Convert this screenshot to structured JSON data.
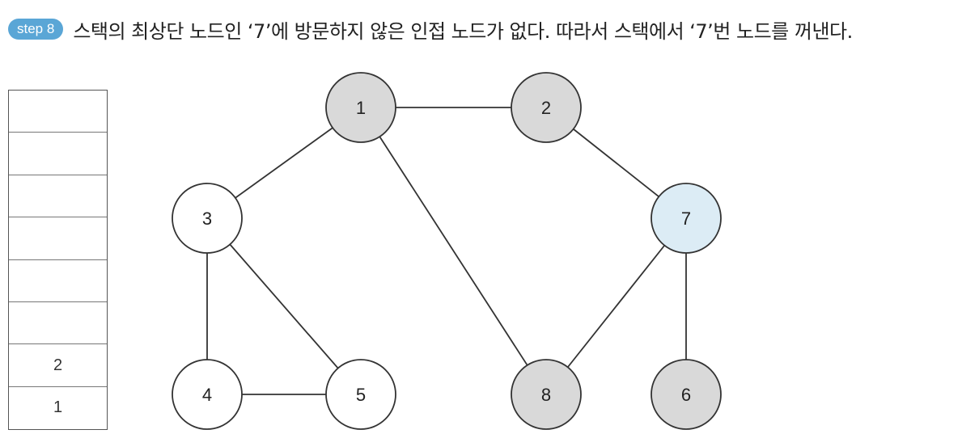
{
  "header": {
    "step_label": "step 8",
    "description": "스택의 최상단 노드인 ‘7’에 방문하지 않은 인접 노드가 없다. 따라서 스택에서 ‘7’번 노드를 꺼낸다."
  },
  "stack": {
    "cells": [
      "",
      "",
      "",
      "",
      "",
      "",
      "2",
      "1"
    ]
  },
  "colors": {
    "badge": "#5aa6d6",
    "visited": "#d9d9d9",
    "unvisited": "#ffffff",
    "current": "#dcecf5",
    "stroke": "#333333"
  },
  "graph": {
    "nodes": [
      {
        "id": "1",
        "label": "1",
        "state": "visited"
      },
      {
        "id": "2",
        "label": "2",
        "state": "visited"
      },
      {
        "id": "3",
        "label": "3",
        "state": "unvisited"
      },
      {
        "id": "4",
        "label": "4",
        "state": "unvisited"
      },
      {
        "id": "5",
        "label": "5",
        "state": "unvisited"
      },
      {
        "id": "6",
        "label": "6",
        "state": "visited"
      },
      {
        "id": "7",
        "label": "7",
        "state": "current"
      },
      {
        "id": "8",
        "label": "8",
        "state": "visited"
      }
    ],
    "edges": [
      [
        "1",
        "2"
      ],
      [
        "1",
        "3"
      ],
      [
        "1",
        "8"
      ],
      [
        "2",
        "7"
      ],
      [
        "3",
        "4"
      ],
      [
        "3",
        "5"
      ],
      [
        "4",
        "5"
      ],
      [
        "7",
        "8"
      ],
      [
        "7",
        "6"
      ]
    ]
  }
}
